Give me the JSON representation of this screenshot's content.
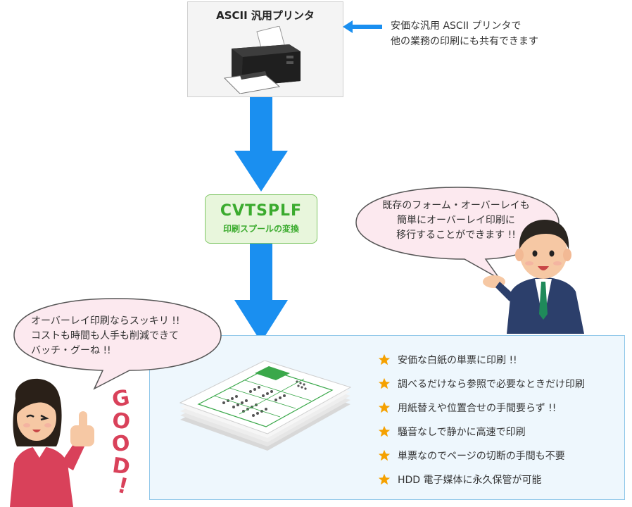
{
  "printer": {
    "title": "ASCII 汎用プリンタ"
  },
  "top_note": {
    "line1": "安価な汎用 ASCII プリンタで",
    "line2": "他の業務の印刷にも共有できます"
  },
  "cvtsplf": {
    "title": "CVTSPLF",
    "subtitle": "印刷スプールの変換"
  },
  "right_bubble": {
    "line1": "既存のフォーム・オーバーレイも",
    "line2": "簡単にオーバーレイ印刷に",
    "line3": "移行することができます !!"
  },
  "left_bubble": {
    "line1": "オーバーレイ印刷ならスッキリ !!",
    "line2": "コストも時間も人手も削減できて",
    "line3": "バッチ・グーね !!"
  },
  "good_text": "GOOD!",
  "features": [
    "安価な白紙の単票に印刷 !!",
    "調べるだけなら参照で必要なときだけ印刷",
    "用紙替えや位置合せの手間要らず !!",
    "騒音なしで静かに高速で印刷",
    "単票なのでページの切断の手間も不要",
    "HDD 電子媒体に永久保管が可能"
  ],
  "colors": {
    "arrow_blue": "#1a8ff0",
    "green": "#3bab2e",
    "star_orange": "#f5a100",
    "box_border_blue": "#8fc7e9"
  }
}
